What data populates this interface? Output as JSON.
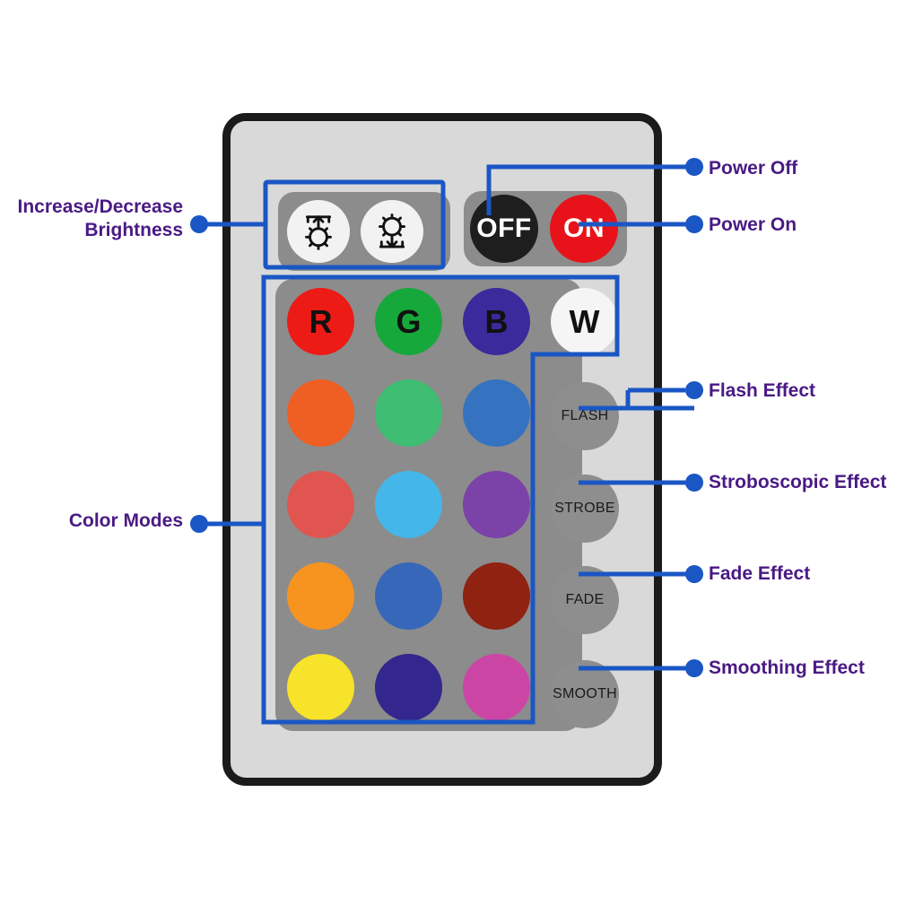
{
  "diagram": {
    "title": "RGB LED Remote Control Annotated Diagram",
    "accent_color": "#1a56c4",
    "label_color": "#4a1a84"
  },
  "remote": {
    "body_color": "#d9d9d9",
    "border_color": "#1b1b1b",
    "panel_color": "#8c8c8c"
  },
  "brightness": {
    "group_label": "Increase/Decrease\nBrightness",
    "buttons": [
      {
        "name": "increase-brightness",
        "icon": "brightness-up-icon"
      },
      {
        "name": "decrease-brightness",
        "icon": "brightness-down-icon"
      }
    ]
  },
  "power": {
    "off": {
      "label": "OFF",
      "callout": "Power Off",
      "color": "#1e1e1e",
      "text_color": "#ffffff"
    },
    "on": {
      "label": "ON",
      "callout": "Power On",
      "color": "#e8131a",
      "text_color": "#ffffff"
    }
  },
  "color_modes": {
    "group_label": "Color Modes",
    "rows": [
      [
        {
          "label": "R",
          "color": "#ec1b16",
          "text_color": "#111111"
        },
        {
          "label": "G",
          "color": "#17a83c",
          "text_color": "#111111"
        },
        {
          "label": "B",
          "color": "#3a2a9c",
          "text_color": "#111111"
        },
        {
          "label": "W",
          "color": "#f5f5f5",
          "text_color": "#111111"
        }
      ],
      [
        {
          "label": "",
          "color": "#ef5e22",
          "text_color": ""
        },
        {
          "label": "",
          "color": "#3fbd72",
          "text_color": ""
        },
        {
          "label": "",
          "color": "#3573c0",
          "text_color": ""
        }
      ],
      [
        {
          "label": "",
          "color": "#e05550",
          "text_color": ""
        },
        {
          "label": "",
          "color": "#45b6ea",
          "text_color": ""
        },
        {
          "label": "",
          "color": "#7b42a8",
          "text_color": ""
        }
      ],
      [
        {
          "label": "",
          "color": "#f79420",
          "text_color": ""
        },
        {
          "label": "",
          "color": "#3767b8",
          "text_color": ""
        },
        {
          "label": "",
          "color": "#8f2211",
          "text_color": ""
        }
      ],
      [
        {
          "label": "",
          "color": "#f7e329",
          "text_color": ""
        },
        {
          "label": "",
          "color": "#33268c",
          "text_color": ""
        },
        {
          "label": "",
          "color": "#cb45a4",
          "text_color": ""
        }
      ]
    ]
  },
  "effects": [
    {
      "label": "FLASH",
      "callout": "Flash Effect"
    },
    {
      "label": "STROBE",
      "callout": "Stroboscopic Effect"
    },
    {
      "label": "FADE",
      "callout": "Fade Effect"
    },
    {
      "label": "SMOOTH",
      "callout": "Smoothing Effect"
    }
  ]
}
